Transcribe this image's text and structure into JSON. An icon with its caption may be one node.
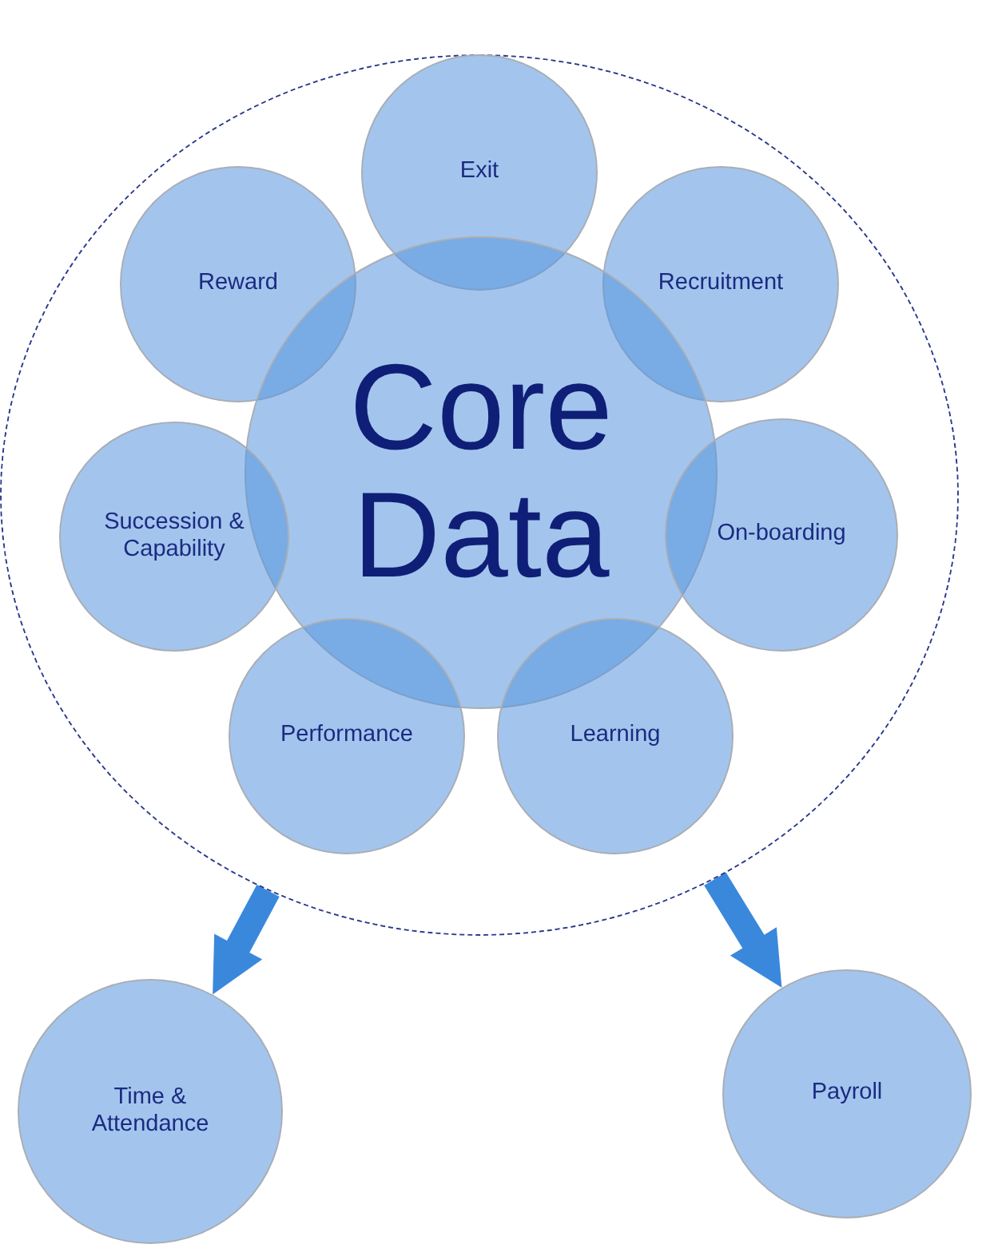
{
  "diagram": {
    "nodes": [
      {
        "text": [],
        "shape": "circle"
      },
      {
        "text": [
          "Exit"
        ],
        "in": 0
      },
      {
        "text": [
          "Reward"
        ],
        "in": 0
      },
      {
        "text": [
          "Recruitment"
        ],
        "in": 0
      },
      {
        "text": [
          "Core Data"
        ],
        "in": 0
      },
      {
        "text": [
          "Succession & Capability"
        ],
        "in": 0
      },
      {
        "text": [
          "On-boarding"
        ],
        "in": 0
      },
      {
        "text": [
          "Performance"
        ],
        "in": 0
      },
      {
        "text": [
          "Learning"
        ],
        "in": 0
      },
      {
        "text": [
          "Time & Attendance"
        ]
      },
      {
        "text": [
          "Payroll"
        ]
      }
    ],
    "edges": [
      {
        "from": 0,
        "to": 9,
        "arrow": "to",
        "style": "thick"
      },
      {
        "from": 0,
        "to": 10,
        "arrow": "to",
        "style": "thick"
      }
    ]
  }
}
